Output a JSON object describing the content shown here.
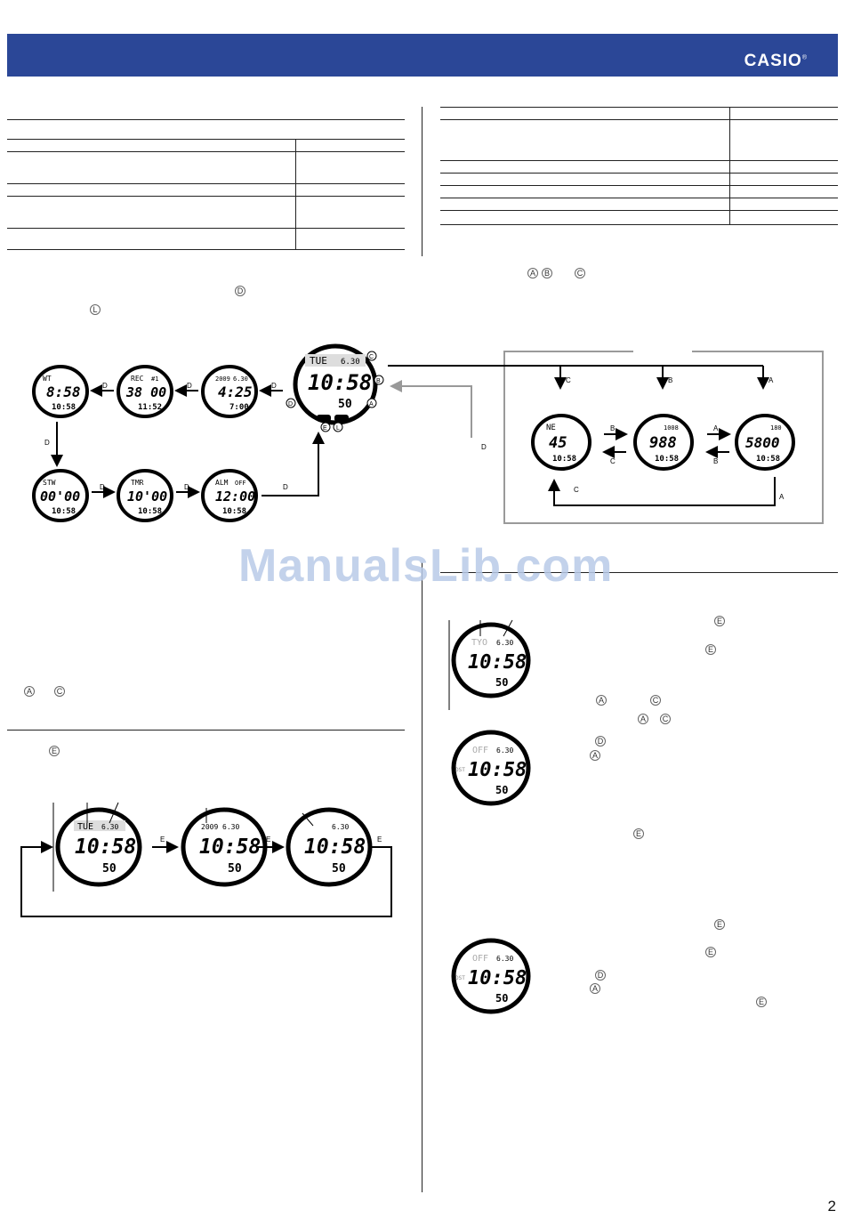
{
  "brand": {
    "logo": "CASIO",
    "reg": "®"
  },
  "watermark": "ManualsLib.com",
  "page_number": "2",
  "buttons": {
    "a": "A",
    "b": "B",
    "c": "C",
    "d": "D",
    "e": "E",
    "l": "L"
  },
  "mode_cycle": {
    "main": {
      "top": "TUE",
      "date": "6.30",
      "time": "10:58",
      "sec": "50"
    },
    "wt": {
      "top": "WT",
      "time": "8:58",
      "sub": "10:58"
    },
    "rec": {
      "top": "REC",
      "no": "#1",
      "main": "38 00",
      "sub": "11:52"
    },
    "sun": {
      "top": "2009",
      "date": "6.30",
      "main": "4:25",
      "sub": "7:00"
    },
    "stw": {
      "top": "STW",
      "main": "00'00",
      "sub": "10:58"
    },
    "tmr": {
      "top": "TMR",
      "main": "10'00",
      "sub": "10:58"
    },
    "alm": {
      "top": "ALM",
      "flag": "OFF",
      "main": "12:00",
      "sub": "10:58"
    }
  },
  "sensor_modes": {
    "compass": {
      "top": "NE",
      "main": "45",
      "sub": "10:58"
    },
    "baro": {
      "top": "1008",
      "main": "988",
      "sub": "10:58"
    },
    "alti": {
      "top": "180",
      "main": "5800",
      "sub": "10:58"
    }
  },
  "timekeeping_cycle": {
    "w1": {
      "top": "TUE",
      "date": "6.30",
      "time": "10:58",
      "sec": "50"
    },
    "w2": {
      "top": "2009",
      "date": "6.30",
      "time": "10:58",
      "sec": "50"
    },
    "w3": {
      "date": "6.30",
      "time": "10:58",
      "sec": "50"
    }
  },
  "setting": {
    "s1": {
      "top": "TYO",
      "date": "6.30",
      "time": "10:58",
      "sec": "50"
    },
    "s2": {
      "top": "OFF",
      "date": "6.30",
      "time": "10:58",
      "sec": "50",
      "dst": "DST"
    },
    "s3": {
      "top": "OFF",
      "date": "6.30",
      "time": "10:58",
      "sec": "50",
      "dst": "DST"
    }
  }
}
